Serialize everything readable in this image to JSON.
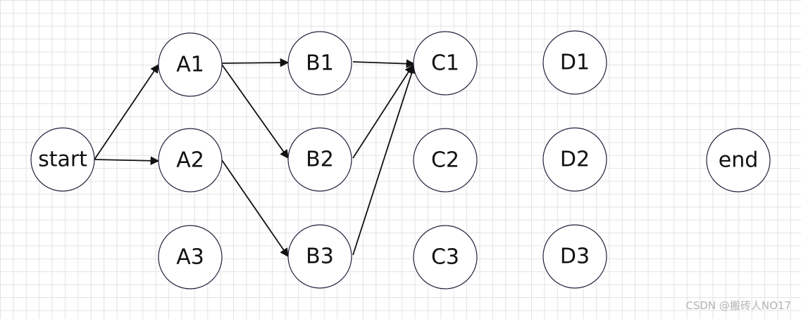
{
  "nodes": [
    {
      "id": "start",
      "label": "start"
    },
    {
      "id": "A1",
      "label": "A1"
    },
    {
      "id": "A2",
      "label": "A2"
    },
    {
      "id": "A3",
      "label": "A3"
    },
    {
      "id": "B1",
      "label": "B1"
    },
    {
      "id": "B2",
      "label": "B2"
    },
    {
      "id": "B3",
      "label": "B3"
    },
    {
      "id": "C1",
      "label": "C1"
    },
    {
      "id": "C2",
      "label": "C2"
    },
    {
      "id": "C3",
      "label": "C3"
    },
    {
      "id": "D1",
      "label": "D1"
    },
    {
      "id": "D2",
      "label": "D2"
    },
    {
      "id": "D3",
      "label": "D3"
    },
    {
      "id": "end",
      "label": "end"
    }
  ],
  "edges": [
    {
      "from": "start",
      "to": "A1"
    },
    {
      "from": "start",
      "to": "A2"
    },
    {
      "from": "A1",
      "to": "B1"
    },
    {
      "from": "A1",
      "to": "B2"
    },
    {
      "from": "A2",
      "to": "B3"
    },
    {
      "from": "B1",
      "to": "C1"
    },
    {
      "from": "B2",
      "to": "C1"
    },
    {
      "from": "B3",
      "to": "C1"
    }
  ],
  "watermark": "CSDN @搬砖人NO17"
}
